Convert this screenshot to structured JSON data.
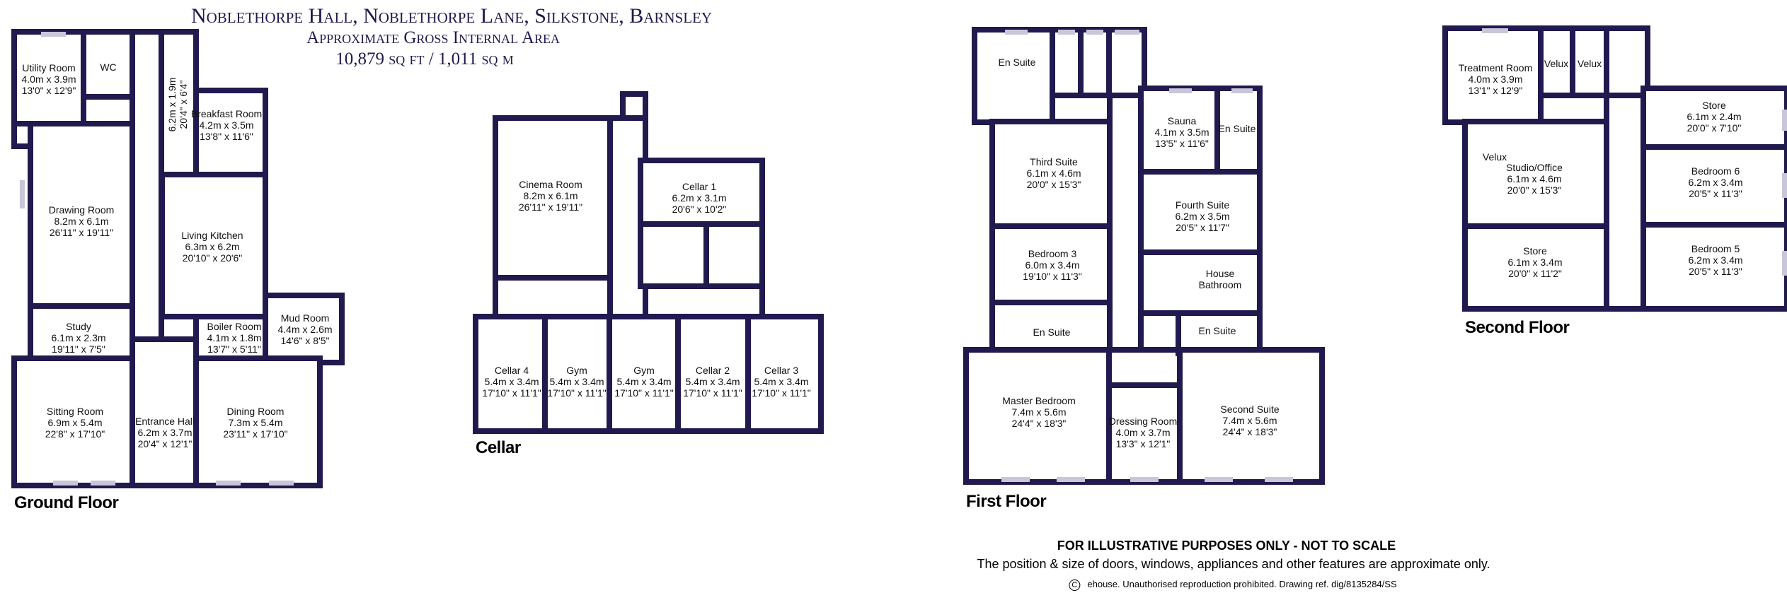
{
  "title": {
    "line1": "Noblethorpe Hall, Noblethorpe Lane, Silkstone, Barnsley",
    "line2": "Approximate Gross Internal Area",
    "line3": "10,879 sq ft / 1,011 sq m"
  },
  "floors": [
    {
      "label": "Ground Floor",
      "rooms": [
        {
          "name": "Utility Room",
          "metric": "4.0m x 3.9m",
          "imperial": "13'0\" x 12'9\""
        },
        {
          "name": "WC"
        },
        {
          "name": "",
          "metric": "6.2m x 1.9m",
          "imperial": "20'4\" x 6'4\""
        },
        {
          "name": "Breakfast Room",
          "metric": "4.2m x 3.5m",
          "imperial": "13'8\" x 11'6\""
        },
        {
          "name": "Drawing Room",
          "metric": "8.2m x 6.1m",
          "imperial": "26'11\" x 19'11\""
        },
        {
          "name": "Living Kitchen",
          "metric": "6.3m x 6.2m",
          "imperial": "20'10\" x 20'6\""
        },
        {
          "name": "Study",
          "metric": "6.1m x 2.3m",
          "imperial": "19'11\" x 7'5\""
        },
        {
          "name": "Boiler Room",
          "metric": "4.1m x 1.8m",
          "imperial": "13'7\" x 5'11\""
        },
        {
          "name": "Mud Room",
          "metric": "4.4m x 2.6m",
          "imperial": "14'6\" x 8'5\""
        },
        {
          "name": "Sitting Room",
          "metric": "6.9m x 5.4m",
          "imperial": "22'8\" x 17'10\""
        },
        {
          "name": "Entrance Hall",
          "metric": "6.2m x 3.7m",
          "imperial": "20'4\" x 12'1\""
        },
        {
          "name": "Dining Room",
          "metric": "7.3m x 5.4m",
          "imperial": "23'11\" x 17'10\""
        }
      ]
    },
    {
      "label": "Cellar",
      "rooms": [
        {
          "name": "Cinema Room",
          "metric": "8.2m x 6.1m",
          "imperial": "26'11\" x 19'11\""
        },
        {
          "name": "Cellar 1",
          "metric": "6.2m x 3.1m",
          "imperial": "20'6\" x 10'2\""
        },
        {
          "name": "Cellar 4",
          "metric": "5.4m x 3.4m",
          "imperial": "17'10\" x 11'1\""
        },
        {
          "name": "Gym",
          "metric": "5.4m x 3.4m",
          "imperial": "17'10\" x 11'1\""
        },
        {
          "name": "Gym",
          "metric": "5.4m x 3.4m",
          "imperial": "17'10\" x 11'1\""
        },
        {
          "name": "Cellar 2",
          "metric": "5.4m x 3.4m",
          "imperial": "17'10\" x 11'1\""
        },
        {
          "name": "Cellar 3",
          "metric": "5.4m x 3.4m",
          "imperial": "17'10\" x 11'1\""
        }
      ]
    },
    {
      "label": "First Floor",
      "rooms": [
        {
          "name": "En Suite"
        },
        {
          "name": "Sauna",
          "metric": "4.1m x 3.5m",
          "imperial": "13'5\" x 11'6\""
        },
        {
          "name": "En Suite"
        },
        {
          "name": "Third Suite",
          "metric": "6.1m x 4.6m",
          "imperial": "20'0\" x 15'3\""
        },
        {
          "name": "Bedroom 3",
          "metric": "6.0m x 3.4m",
          "imperial": "19'10\" x 11'3\""
        },
        {
          "name": "Fourth Suite",
          "metric": "6.2m x 3.5m",
          "imperial": "20'5\" x 11'7\""
        },
        {
          "name": "House Bathroom"
        },
        {
          "name": "En Suite"
        },
        {
          "name": "En Suite"
        },
        {
          "name": "Master Bedroom",
          "metric": "7.4m x 5.6m",
          "imperial": "24'4\" x 18'3\""
        },
        {
          "name": "Dressing Room",
          "metric": "4.0m x 3.7m",
          "imperial": "13'3\" x 12'1\""
        },
        {
          "name": "Second Suite",
          "metric": "7.4m x 5.6m",
          "imperial": "24'4\" x 18'3\""
        }
      ]
    },
    {
      "label": "Second Floor",
      "rooms": [
        {
          "name": "Treatment Room",
          "metric": "4.0m x 3.9m",
          "imperial": "13'1\" x 12'9\""
        },
        {
          "name": "Velux"
        },
        {
          "name": "Velux"
        },
        {
          "name": "Store",
          "metric": "6.1m x 2.4m",
          "imperial": "20'0\" x 7'10\""
        },
        {
          "name": "Studio/Office",
          "metric": "6.1m x 4.6m",
          "imperial": "20'0\" x 15'3\""
        },
        {
          "name": "Bedroom 6",
          "metric": "6.2m x 3.4m",
          "imperial": "20'5\" x 11'3\""
        },
        {
          "name": "Store",
          "metric": "6.1m x 3.4m",
          "imperial": "20'0\" x 11'2\""
        },
        {
          "name": "Bedroom 5",
          "metric": "6.2m x 3.4m",
          "imperial": "20'5\" x 11'3\""
        }
      ],
      "studio_velux": "Velux"
    }
  ],
  "footer": {
    "disclaimer": "FOR ILLUSTRATIVE PURPOSES ONLY - NOT TO SCALE",
    "note": "The position & size of doors, windows, appliances and other features are approximate only.",
    "copyright_symbol": "C",
    "copyright": "ehouse. Unauthorised reproduction prohibited. Drawing ref. dig/8135284/SS"
  },
  "colors": {
    "wall": "#201a4f",
    "window": "#c9c6d9"
  }
}
